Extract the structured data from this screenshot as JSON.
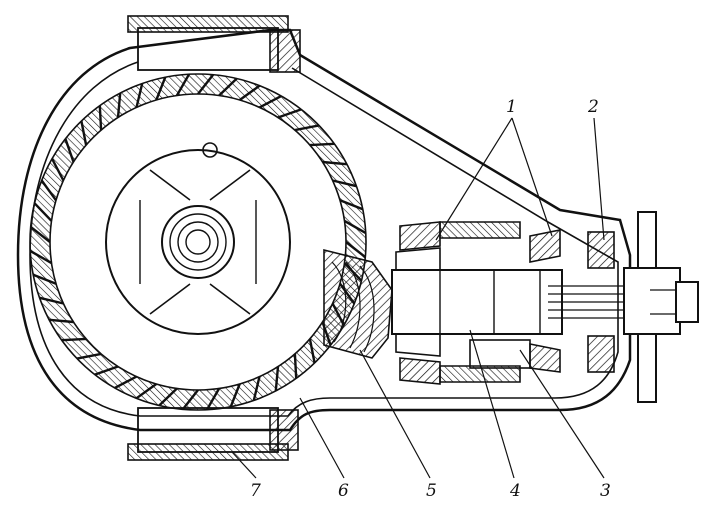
{
  "figure": {
    "kind": "cross-section drawing",
    "callouts": [
      {
        "id": "1",
        "text": "1"
      },
      {
        "id": "2",
        "text": "2"
      },
      {
        "id": "3",
        "text": "3"
      },
      {
        "id": "4",
        "text": "4"
      },
      {
        "id": "5",
        "text": "5"
      },
      {
        "id": "6",
        "text": "6"
      },
      {
        "id": "7",
        "text": "7"
      }
    ]
  },
  "colors": {
    "ink": "#111111",
    "paper": "#ffffff"
  }
}
